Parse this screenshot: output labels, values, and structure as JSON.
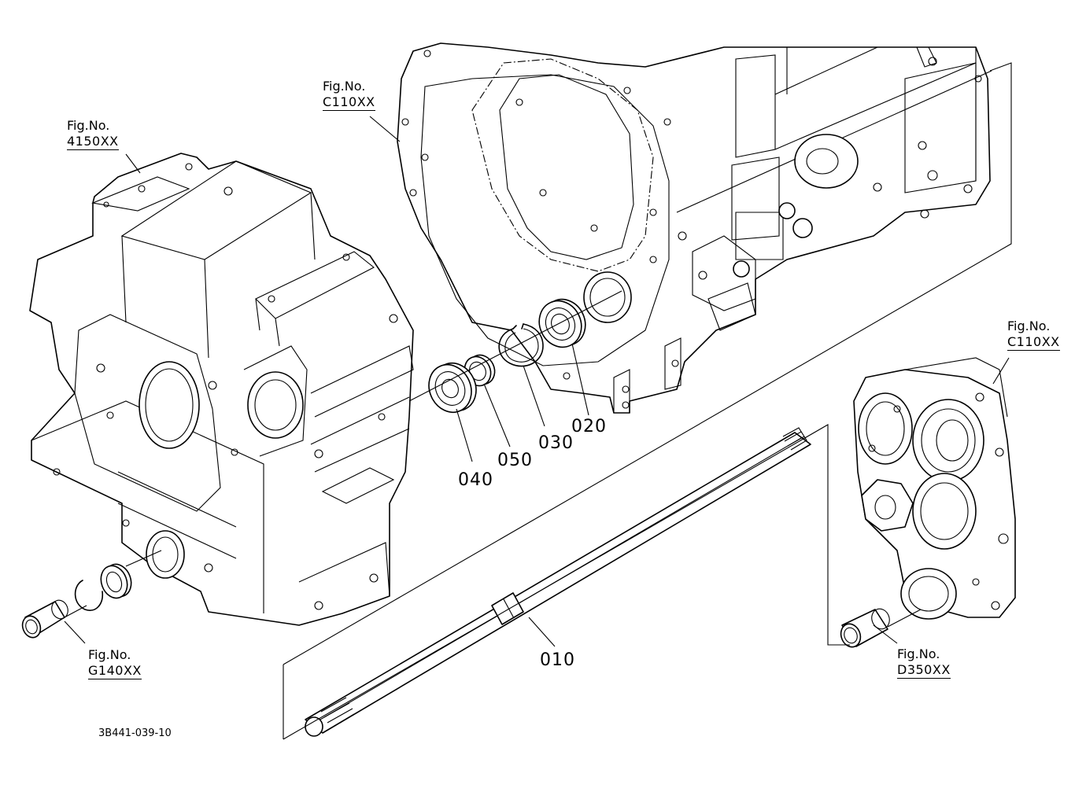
{
  "figure_refs": [
    {
      "id": "ref-4150",
      "prefix": "Fig.No.",
      "code": "4150XX"
    },
    {
      "id": "ref-c110-top",
      "prefix": "Fig.No.",
      "code": "C110XX"
    },
    {
      "id": "ref-c110-right",
      "prefix": "Fig.No.",
      "code": "C110XX"
    },
    {
      "id": "ref-g140",
      "prefix": "Fig.No.",
      "code": "G140XX"
    },
    {
      "id": "ref-d350",
      "prefix": "Fig.No.",
      "code": "D350XX"
    }
  ],
  "part_numbers": {
    "p010": "010",
    "p020": "020",
    "p030": "030",
    "p040": "040",
    "p050": "050"
  },
  "drawing_code": "3B441-039-10"
}
